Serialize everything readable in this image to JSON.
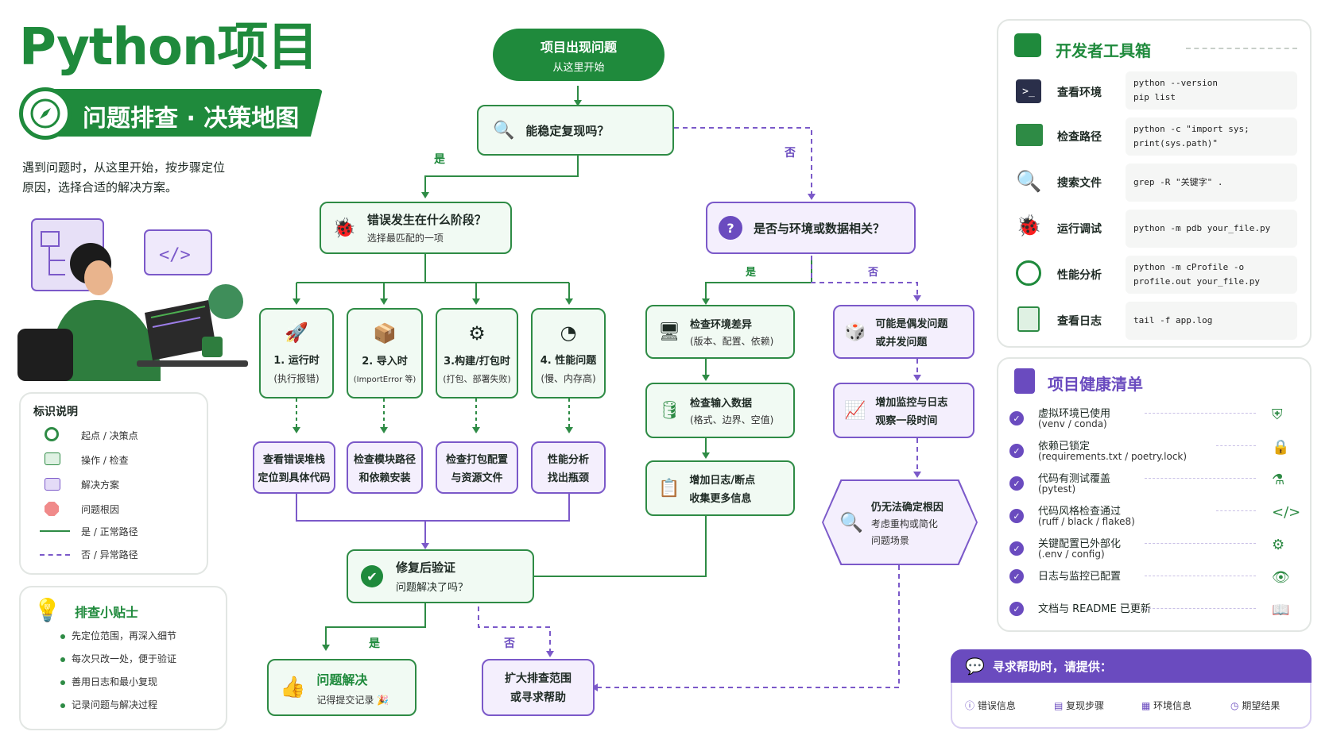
{
  "header": {
    "title": "Python项目",
    "subtitle": "问题排查 · 决策地图",
    "desc_line1": "遇到问题时，从这里开始，按步骤定位",
    "desc_line2": "原因，选择合适的解决方案。"
  },
  "flow": {
    "start_title": "项目出现问题",
    "start_sub": "从这里开始",
    "q_reproduce": "能稳定复现吗？",
    "yes": "是",
    "no": "否",
    "stage_title": "错误发生在什么阶段？",
    "stage_sub": "选择最匹配的一项",
    "env_q": "是否与环境或数据相关？",
    "stages": [
      {
        "title": "1. 运行时",
        "sub": "(执行报错)",
        "action1": "查看错误堆栈",
        "action2": "定位到具体代码"
      },
      {
        "title": "2. 导入时",
        "sub": "(ImportError 等)",
        "action1": "检查模块路径",
        "action2": "和依赖安装"
      },
      {
        "title": "3.构建/打包时",
        "sub": "(打包、部署失败)",
        "action1": "检查打包配置",
        "action2": "与资源文件"
      },
      {
        "title": "4. 性能问题",
        "sub": "(慢、内存高)",
        "action1": "性能分析",
        "action2": "找出瓶颈"
      }
    ],
    "env_diff_title": "检查环境差异",
    "env_diff_sub": "(版本、配置、依赖)",
    "input_title": "检查输入数据",
    "input_sub": "(格式、边界、空值)",
    "log_title": "增加日志/断点",
    "log_sub": "收集更多信息",
    "intermittent_title": "可能是偶发问题",
    "intermittent_sub": "或并发问题",
    "monitor_title": "增加监控与日志",
    "monitor_sub": "观察一段时间",
    "unknown_title": "仍无法确定根因",
    "unknown_sub1": "考虑重构或简化",
    "unknown_sub2": "问题场景",
    "verify_title": "修复后验证",
    "verify_sub": "问题解决了吗？",
    "solved_title": "问题解决",
    "solved_sub": "记得提交记录 🎉",
    "expand_title": "扩大排查范围",
    "expand_sub": "或寻求帮助"
  },
  "legend": {
    "title": "标识说明",
    "items": [
      "起点 / 决策点",
      "操作 / 检查",
      "解决方案",
      "问题根因",
      "是 / 正常路径",
      "否 / 异常路径"
    ]
  },
  "tips": {
    "title": "排查小贴士",
    "items": [
      "先定位范围，再深入细节",
      "每次只改一处，便于验证",
      "善用日志和最小复现",
      "记录问题与解决过程"
    ]
  },
  "toolbox": {
    "title": "开发者工具箱",
    "items": [
      {
        "label": "查看环境",
        "code": "python --version\npip list",
        "icon": "terminal-icon"
      },
      {
        "label": "检查路径",
        "code": "python -c \"import sys;\nprint(sys.path)\"",
        "icon": "folder-icon"
      },
      {
        "label": "搜索文件",
        "code": "grep -R \"关键字\" .",
        "icon": "search-icon"
      },
      {
        "label": "运行调试",
        "code": "python -m pdb your_file.py",
        "icon": "bug-icon"
      },
      {
        "label": "性能分析",
        "code": "python -m cProfile -o\nprofile.out your_file.py",
        "icon": "clock-icon"
      },
      {
        "label": "查看日志",
        "code": "tail -f app.log",
        "icon": "log-icon"
      }
    ]
  },
  "health": {
    "title": "项目健康清单",
    "items": [
      {
        "label": "虚拟环境已使用",
        "sub": "(venv / conda)",
        "icon": "shield-icon"
      },
      {
        "label": "依赖已锁定",
        "sub": "(requirements.txt / poetry.lock)",
        "icon": "lock-icon"
      },
      {
        "label": "代码有测试覆盖",
        "sub": "(pytest)",
        "icon": "flask-icon"
      },
      {
        "label": "代码风格检查通过",
        "sub": "(ruff / black / flake8)",
        "icon": "code-icon"
      },
      {
        "label": "关键配置已外部化",
        "sub": "(.env / config)",
        "icon": "gear-icon"
      },
      {
        "label": "日志与监控已配置",
        "sub": "",
        "icon": "eye-icon"
      },
      {
        "label": "文档与 README 已更新",
        "sub": "",
        "icon": "book-icon"
      }
    ]
  },
  "help": {
    "title": "寻求帮助时，请提供：",
    "items": [
      "错误信息",
      "复现步骤",
      "环境信息",
      "期望结果"
    ]
  },
  "colors": {
    "green": "#2e8b45",
    "purple": "#6a4bbf",
    "light_green": "#f1faf3",
    "light_purple": "#f4effd"
  }
}
